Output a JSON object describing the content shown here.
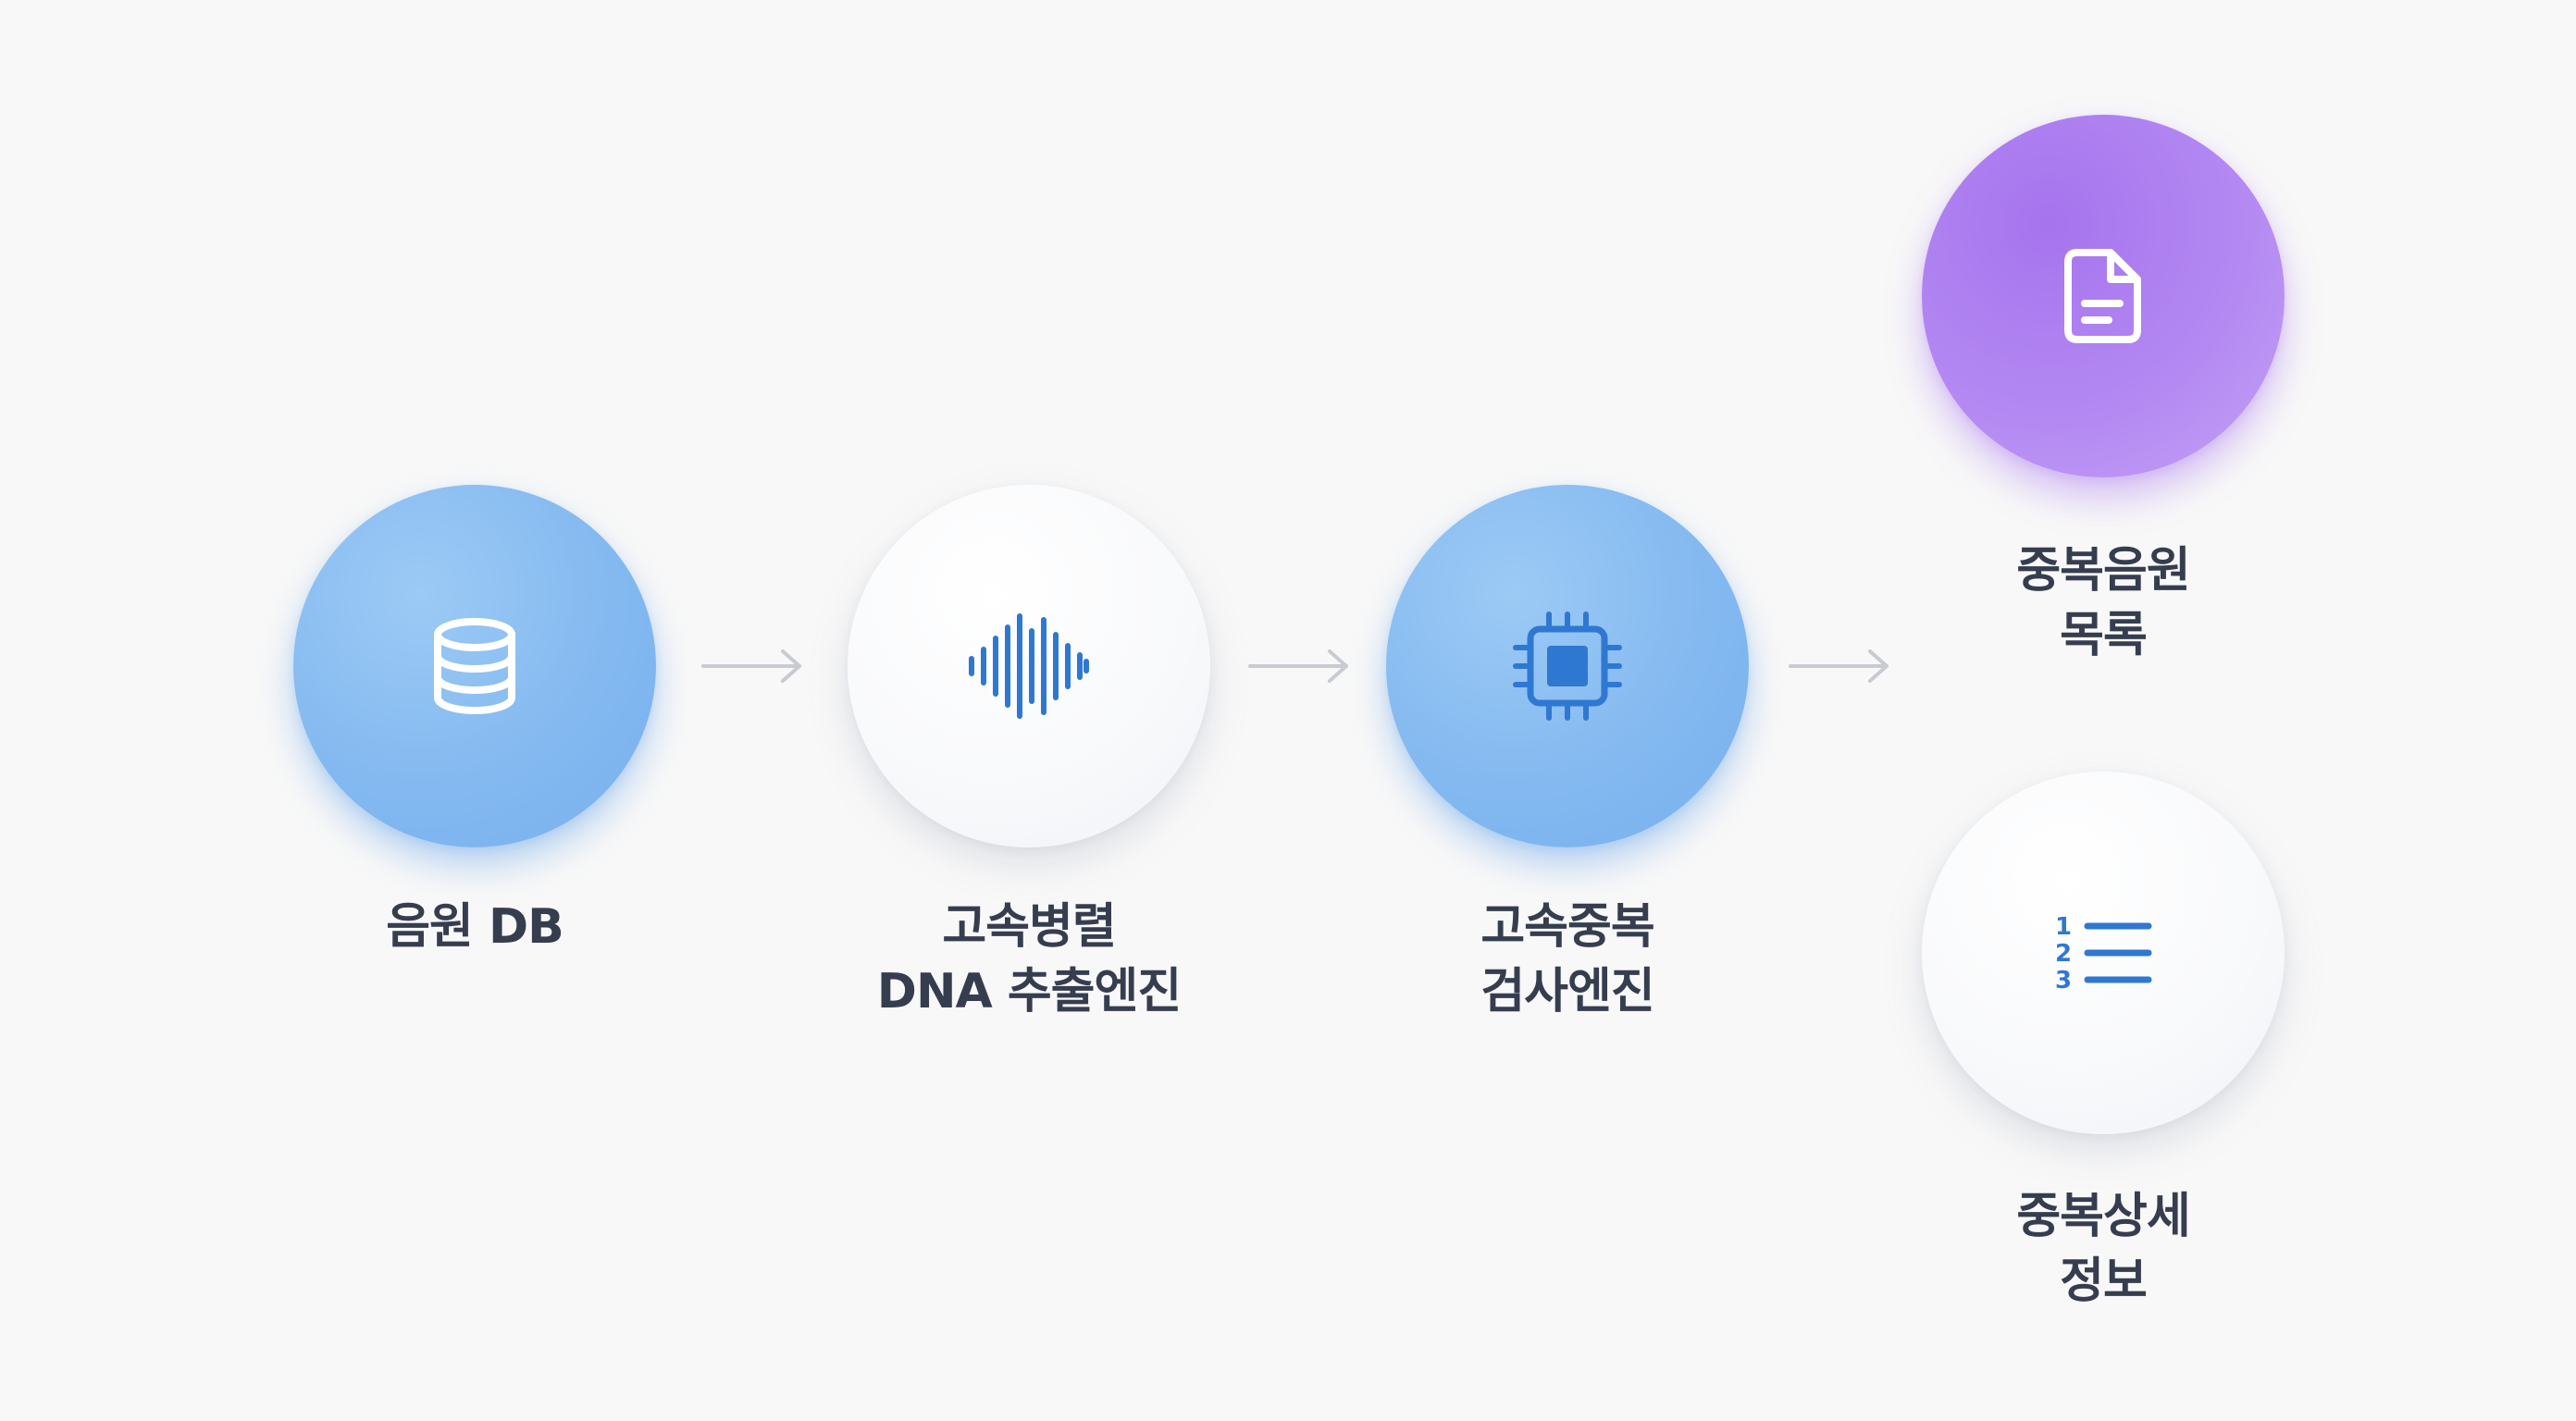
{
  "nodes": [
    {
      "id": "source-db",
      "label_lines": [
        "음원 DB"
      ],
      "icon": "database-icon",
      "color": "#84b9f0"
    },
    {
      "id": "dna-extraction-engine",
      "label_lines": [
        "고속병렬",
        "DNA 추출엔진"
      ],
      "icon": "soundwave-icon",
      "color": "#f4f5f8"
    },
    {
      "id": "duplicate-check-engine",
      "label_lines": [
        "고속중복",
        "검사엔진"
      ],
      "icon": "cpu-chip-icon",
      "color": "#84b9f0"
    },
    {
      "id": "duplicate-list",
      "label_lines": [
        "중복음원",
        "목록"
      ],
      "icon": "document-icon",
      "color": "#b388f2"
    },
    {
      "id": "duplicate-details",
      "label_lines": [
        "중복상세",
        "정보"
      ],
      "icon": "numbered-list-icon",
      "color": "#ffffff"
    }
  ],
  "list_numbers": [
    "1",
    "2",
    "3"
  ],
  "colors": {
    "accent_blue": "#2f78d2",
    "label_text": "#363d4f",
    "arrow": "#c8cbd2"
  }
}
